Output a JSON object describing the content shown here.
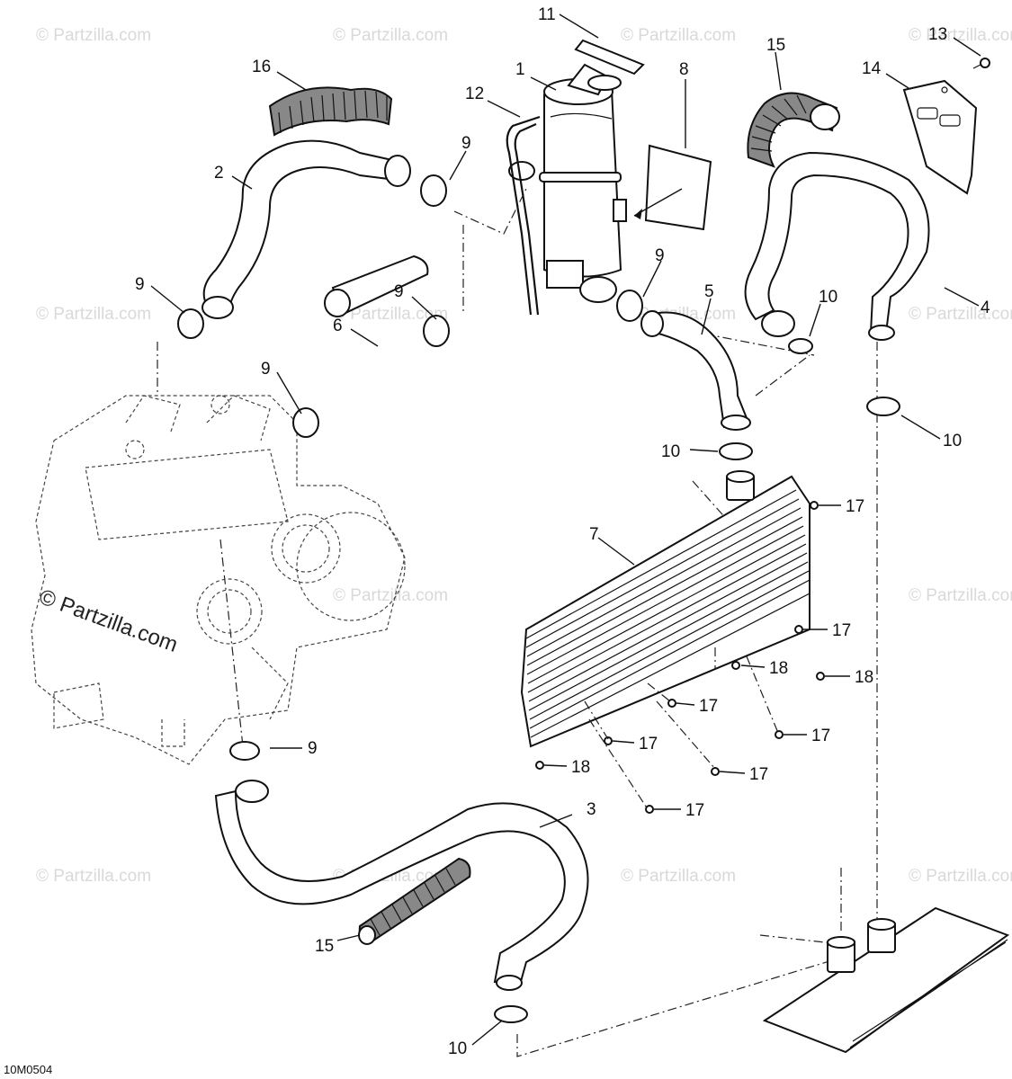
{
  "diagram_code": "10M0504",
  "watermark": "© Partzilla.com",
  "brand_label": "© Partzilla.com",
  "callouts": [
    {
      "id": "c11",
      "text": "11"
    },
    {
      "id": "c1",
      "text": "1"
    },
    {
      "id": "c8",
      "text": "8"
    },
    {
      "id": "c12",
      "text": "12"
    },
    {
      "id": "c16",
      "text": "16"
    },
    {
      "id": "c15a",
      "text": "15"
    },
    {
      "id": "c13",
      "text": "13"
    },
    {
      "id": "c14",
      "text": "14"
    },
    {
      "id": "c2",
      "text": "2"
    },
    {
      "id": "c9a",
      "text": "9"
    },
    {
      "id": "c9b",
      "text": "9"
    },
    {
      "id": "c9c",
      "text": "9"
    },
    {
      "id": "c9d",
      "text": "9"
    },
    {
      "id": "c9e",
      "text": "9"
    },
    {
      "id": "c9f",
      "text": "9"
    },
    {
      "id": "c6",
      "text": "6"
    },
    {
      "id": "c5",
      "text": "5"
    },
    {
      "id": "c4",
      "text": "4"
    },
    {
      "id": "c10a",
      "text": "10"
    },
    {
      "id": "c10b",
      "text": "10"
    },
    {
      "id": "c10c",
      "text": "10"
    },
    {
      "id": "c10d",
      "text": "10"
    },
    {
      "id": "c7",
      "text": "7"
    },
    {
      "id": "c17a",
      "text": "17"
    },
    {
      "id": "c17b",
      "text": "17"
    },
    {
      "id": "c17c",
      "text": "17"
    },
    {
      "id": "c17d",
      "text": "17"
    },
    {
      "id": "c17e",
      "text": "17"
    },
    {
      "id": "c17f",
      "text": "17"
    },
    {
      "id": "c17g",
      "text": "17"
    },
    {
      "id": "c18a",
      "text": "18"
    },
    {
      "id": "c18b",
      "text": "18"
    },
    {
      "id": "c18c",
      "text": "18"
    },
    {
      "id": "c3",
      "text": "3"
    },
    {
      "id": "c15b",
      "text": "15"
    }
  ]
}
